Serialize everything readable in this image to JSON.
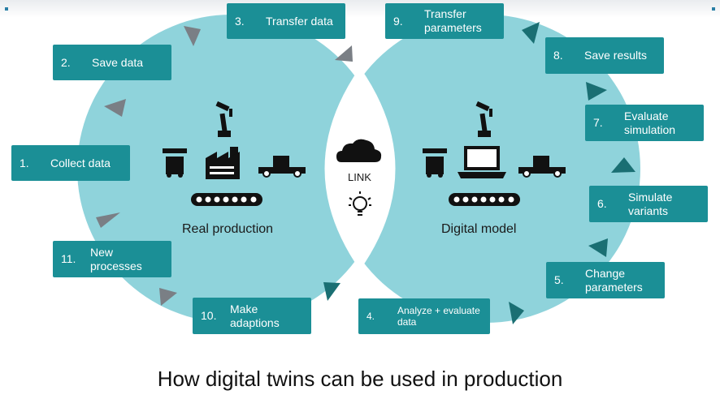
{
  "colors": {
    "circle": "#8fd3db",
    "box": "#1b8f96",
    "arrow_real": "#7a7f85",
    "arrow_digital": "#1a6f73"
  },
  "real": {
    "label": "Real production",
    "icons": [
      "robot-arm-icon",
      "agv-robot-icon",
      "factory-icon",
      "transport-cart-icon",
      "conveyor-belt-icon"
    ]
  },
  "digital": {
    "label": "Digital model",
    "icons": [
      "robot-arm-icon",
      "agv-robot-icon",
      "laptop-icon",
      "transport-cart-icon",
      "conveyor-belt-icon"
    ]
  },
  "link": {
    "label": "LINK",
    "icons": [
      "cloud-icon",
      "lightbulb-icon"
    ]
  },
  "steps": [
    {
      "num": "1.",
      "text": "Collect data"
    },
    {
      "num": "2.",
      "text": "Save data"
    },
    {
      "num": "3.",
      "text": "Transfer data"
    },
    {
      "num": "4.",
      "text": "Analyze + evaluate\ndata"
    },
    {
      "num": "5.",
      "text": "Change\nparameters"
    },
    {
      "num": "6.",
      "text": "Simulate\nvariants"
    },
    {
      "num": "7.",
      "text": "Evaluate\nsimulation"
    },
    {
      "num": "8.",
      "text": "Save results"
    },
    {
      "num": "9.",
      "text": "Transfer\nparameters"
    },
    {
      "num": "10.",
      "text": "Make\nadaptions"
    },
    {
      "num": "11.",
      "text": "New\nprocesses"
    }
  ],
  "caption": "How digital twins can be used in production"
}
